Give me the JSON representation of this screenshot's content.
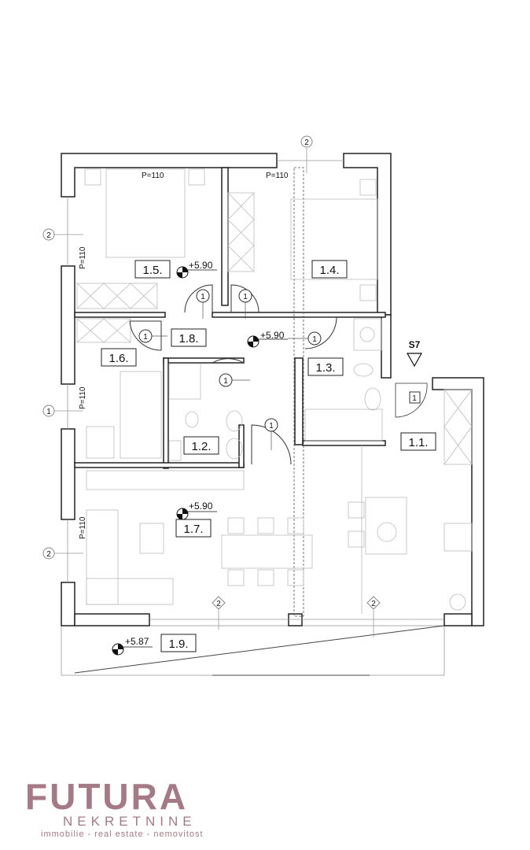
{
  "rooms": {
    "r15": "1.5.",
    "r14": "1.4.",
    "r18": "1.8.",
    "r16": "1.6.",
    "r13": "1.3.",
    "r12": "1.2.",
    "r11": "1.1.",
    "r17": "1.7.",
    "r19": "1.9."
  },
  "parapet": "P=110",
  "elevations": {
    "e590": "+5.90",
    "e587": "+5.87"
  },
  "markers": {
    "one": "1",
    "two": "2"
  },
  "section": "S7",
  "logo": {
    "name": "FUTURA",
    "sub": "NEKRETNINE",
    "tagline": "immobilie - real estate - nemovitost"
  },
  "colors": {
    "brand": "#a57985",
    "lines": "#222222"
  }
}
